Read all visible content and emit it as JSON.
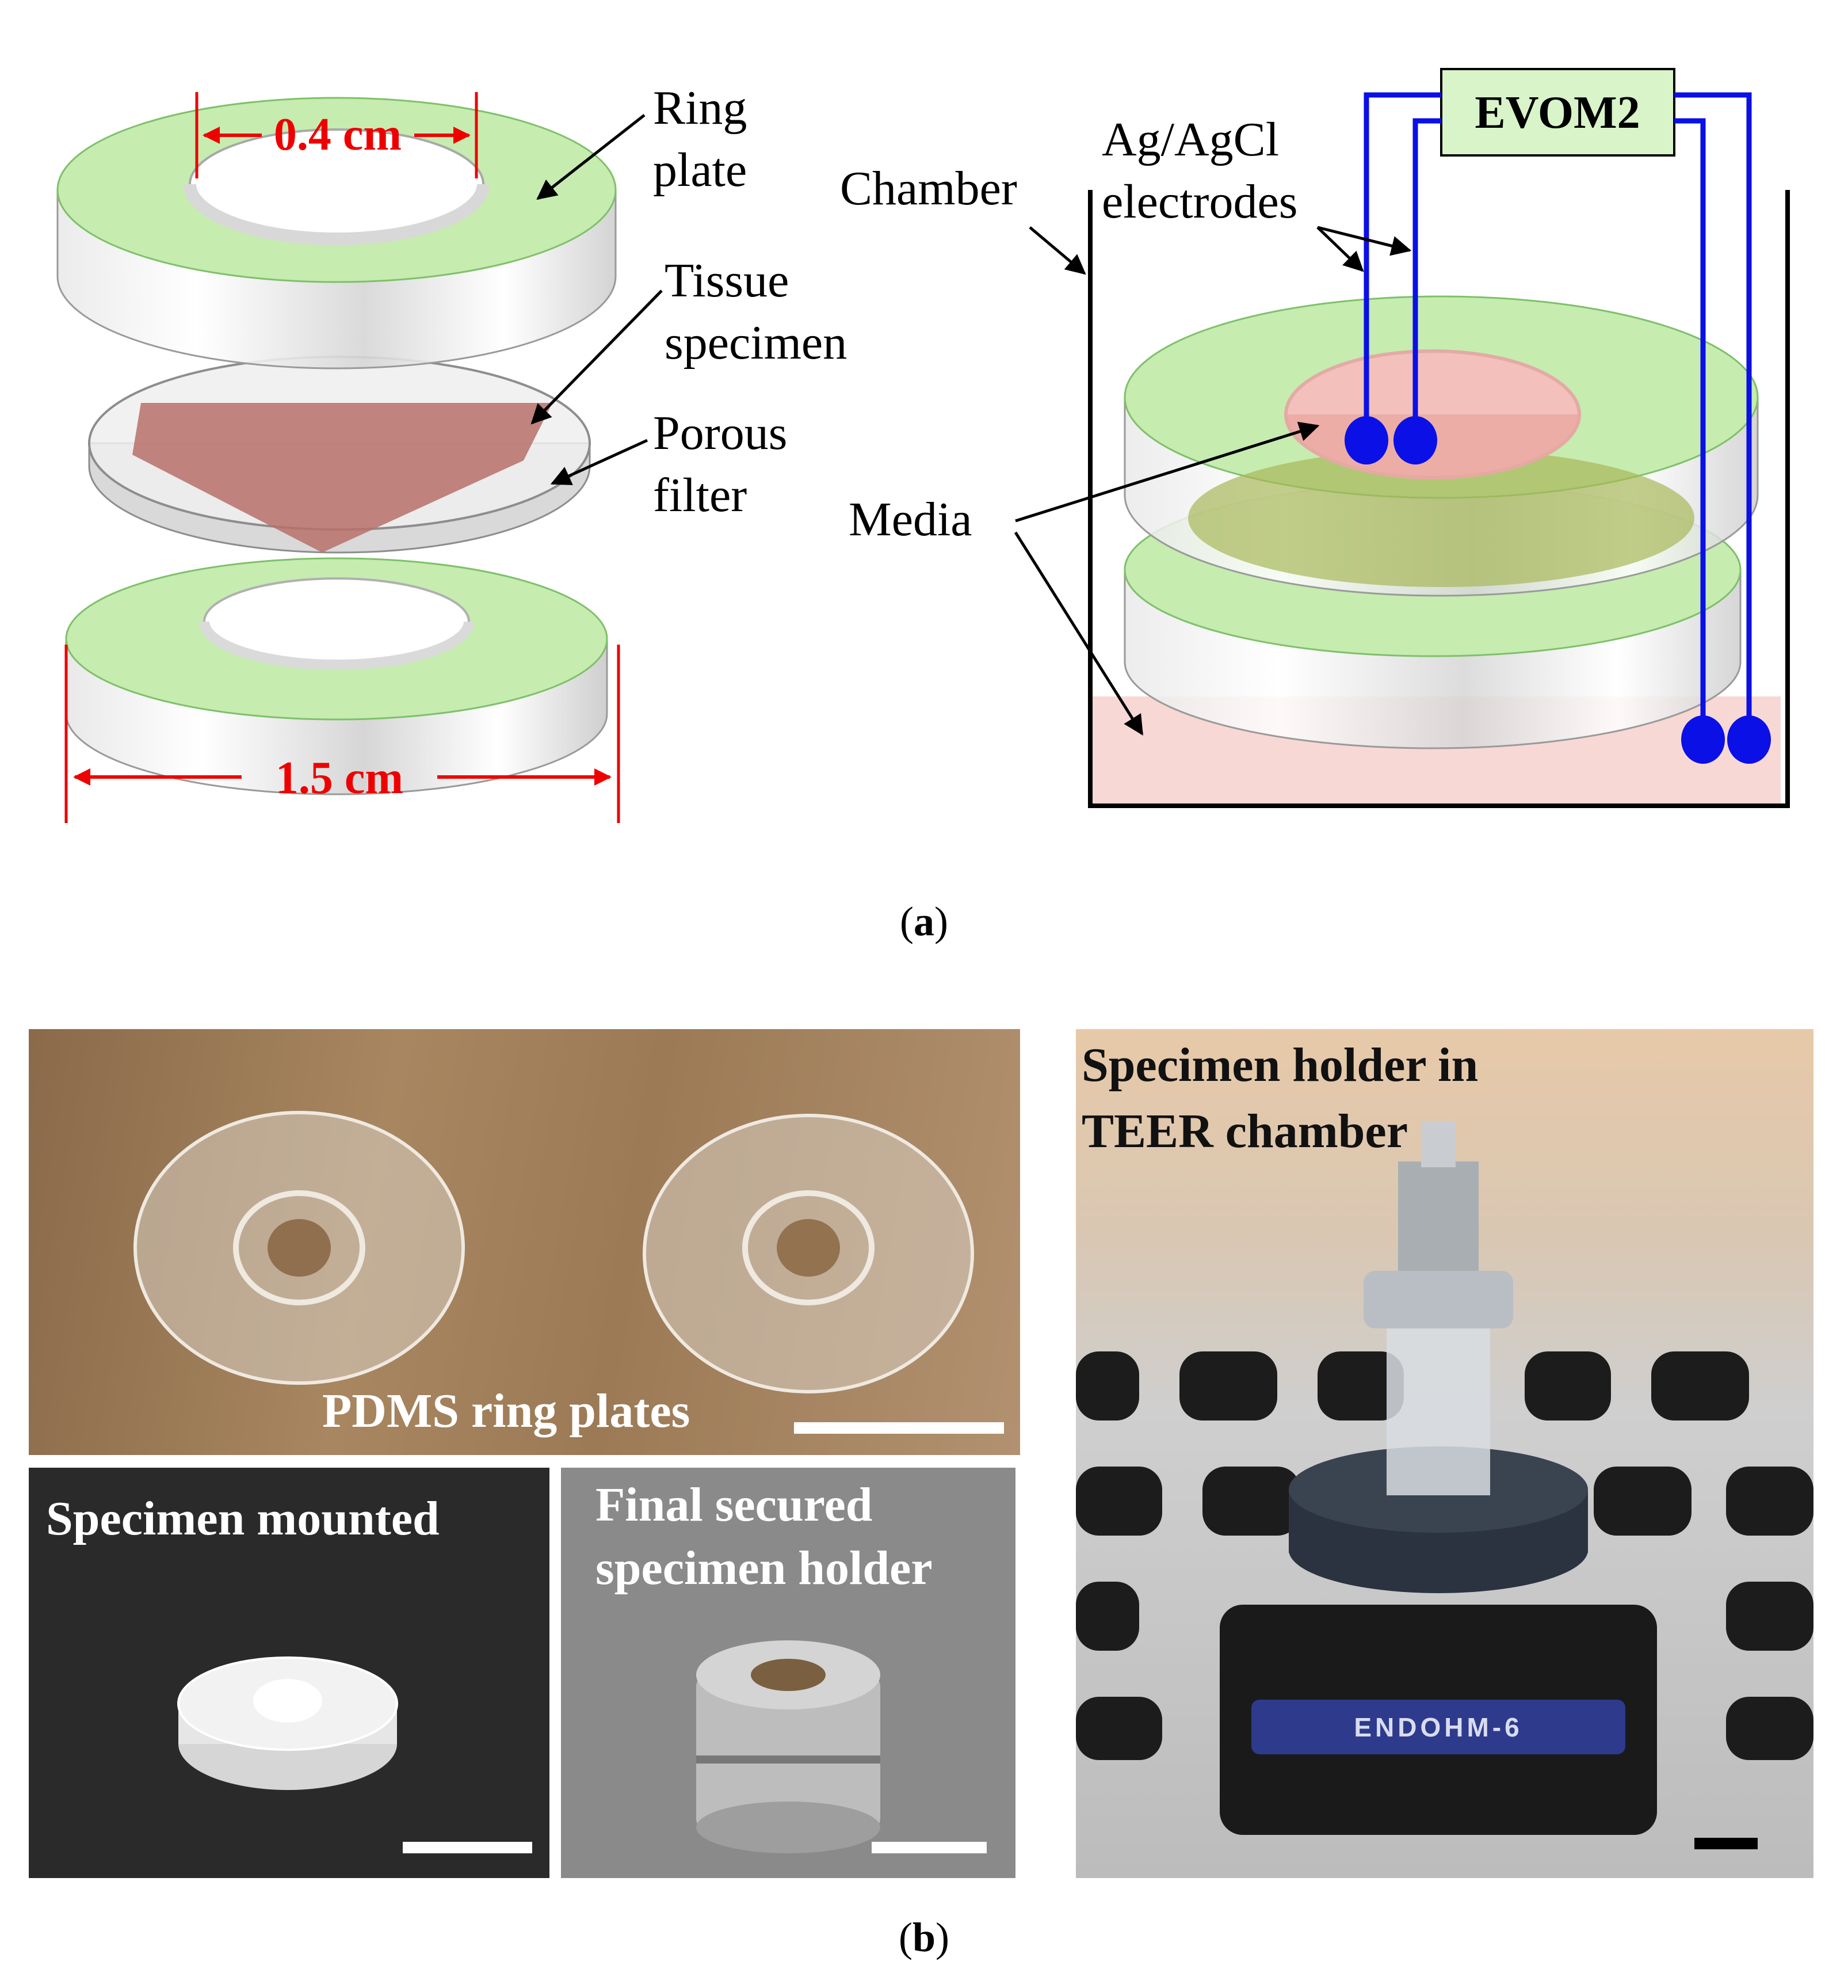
{
  "panel_a": {
    "dimension_inner": "0.4 cm",
    "dimension_outer": "1.5 cm",
    "label_ring_plate": [
      "Ring",
      "plate"
    ],
    "label_tissue": [
      "Tissue",
      "specimen"
    ],
    "label_filter": [
      "Porous",
      "filter"
    ],
    "label_chamber": "Chamber",
    "label_electrodes": [
      "Ag/AgCl",
      "electrodes"
    ],
    "label_media": "Media",
    "device_label": "EVOM2",
    "caption_letter": "a"
  },
  "panel_b": {
    "photo_rings_caption": "PDMS ring plates",
    "photo_mounted_caption": "Specimen mounted",
    "photo_secured_caption": [
      "Final secured",
      "specimen holder"
    ],
    "photo_chamber_caption": [
      "Specimen holder in",
      "TEER chamber"
    ],
    "instrument_label": "ENDOHM-6",
    "caption_letter": "b"
  },
  "colors": {
    "ring_green": "#c6ecb0",
    "dimension_red": "#ee0000",
    "wire_blue": "#0a10e6",
    "media_pink": "#f8d8d4",
    "tissue_brown": "#b7706a",
    "evom_box": "#d8f4c8"
  }
}
